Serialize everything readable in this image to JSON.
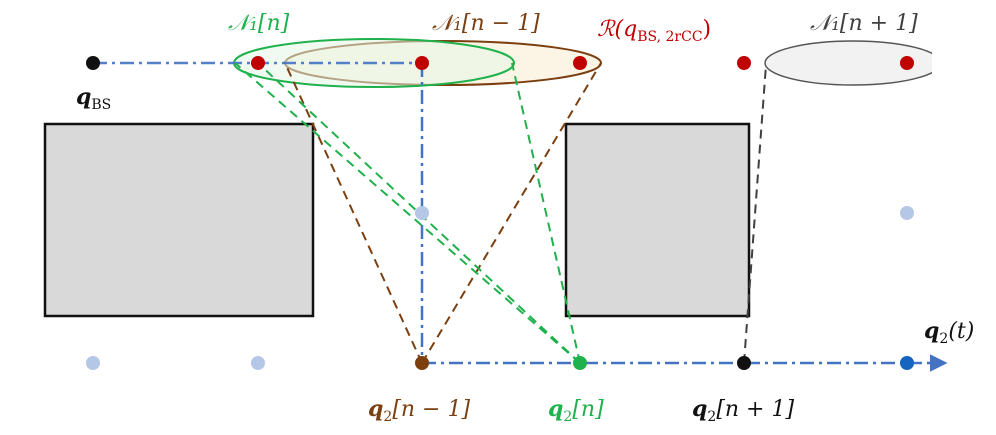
{
  "colors": {
    "blue_line": "#4472c4",
    "light_blue_dot": "#b4c7e7",
    "red_dot": "#c00000",
    "brown": "#7b3f10",
    "green": "#1fb14b",
    "gray_box": "#d9d9d9",
    "dark_gray": "#404040",
    "blue_dot": "#1565c0",
    "black": "#111111"
  },
  "labels": {
    "q_bs": "q",
    "q_bs_sub": "BS",
    "n1_n": "𝒩₁[n]",
    "n1_n_minus_1": "𝒩₁[n − 1]",
    "region": "ℛ(q",
    "region_tail": "BS, 2r",
    "region_sub": "CC",
    "region_close": ")",
    "n1_n_plus_1": "𝒩₁[n + 1]",
    "q2_t": "q",
    "q2_t_sub": "2",
    "q2_t_tail": "(t)",
    "q2_n_minus_1": "q",
    "q2_n_minus_1_sub": "2",
    "q2_n_minus_1_tail": "[n − 1]",
    "q2_n": "q",
    "q2_n_sub": "2",
    "q2_n_tail": "[n]",
    "q2_n_plus_1": "q",
    "q2_n_plus_1_sub": "2",
    "q2_n_plus_1_tail": "[n + 1]"
  }
}
